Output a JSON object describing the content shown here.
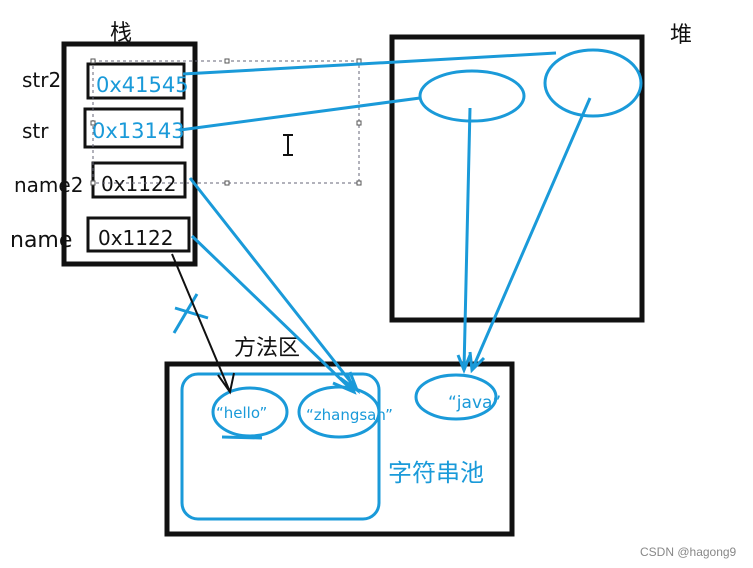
{
  "titles": {
    "stack": "栈",
    "heap": "堆",
    "method_area": "方法区",
    "string_pool": "字符串池"
  },
  "stack_vars": [
    {
      "name": "str2",
      "value": "0x41545"
    },
    {
      "name": "str",
      "value": "0x13143"
    },
    {
      "name": "name2",
      "value": "0x1122"
    },
    {
      "name": "name",
      "value": "0x1122"
    }
  ],
  "pool_strings": [
    "“hello”",
    "“zhangsan”",
    "“java”"
  ],
  "watermark": "CSDN @hagong9",
  "colors": {
    "ink": "#111111",
    "accent": "#1a9ad9"
  }
}
